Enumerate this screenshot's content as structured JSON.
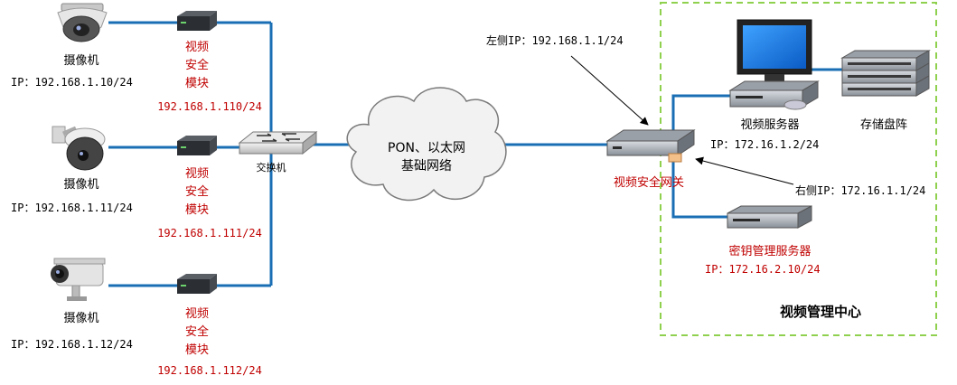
{
  "cameras": [
    {
      "label": "摄像机",
      "ip": "IP：192.168.1.10/24"
    },
    {
      "label": "摄像机",
      "ip": "IP：192.168.1.11/24"
    },
    {
      "label": "摄像机",
      "ip": "IP：192.168.1.12/24"
    }
  ],
  "modules": [
    {
      "line1": "视频",
      "line2": "安全",
      "line3": "模块",
      "ip": "192.168.1.110/24"
    },
    {
      "line1": "视频",
      "line2": "安全",
      "line3": "模块",
      "ip": "192.168.1.111/24"
    },
    {
      "line1": "视频",
      "line2": "安全",
      "line3": "模块",
      "ip": "192.168.1.112/24"
    }
  ],
  "switch_label": "交换机",
  "cloud": {
    "line1": "PON、以太网",
    "line2": "基础网络"
  },
  "gateway": {
    "label": "视频安全网关",
    "left_ip": "左侧IP：192.168.1.1/24",
    "right_ip": "右侧IP：172.16.1.1/24"
  },
  "video_server": {
    "label": "视频服务器",
    "ip": "IP：172.16.1.2/24"
  },
  "storage_label": "存储盘阵",
  "key_server": {
    "label": "密钥管理服务器",
    "ip": "IP：172.16.2.10/24"
  },
  "center_title": "视频管理中心",
  "colors": {
    "wire": "#1a6fb4",
    "accent_red": "#c00000",
    "zone_border": "#8fd14f"
  }
}
